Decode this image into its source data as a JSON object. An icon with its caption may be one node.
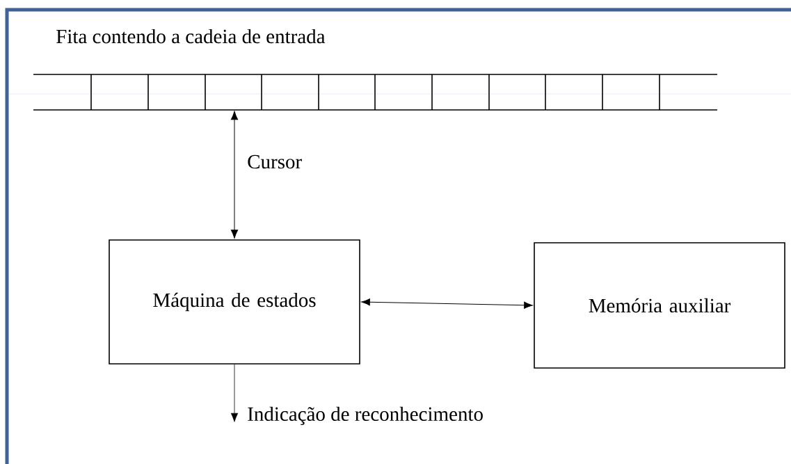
{
  "diagram": {
    "nodes": [
      {
        "text": [
          "Fita contendo a cadeia de entrada"
        ]
      },
      {
        "text": [
          "Máquina de estados"
        ]
      },
      {
        "text": [
          "Memória auxiliar"
        ]
      }
    ],
    "edges": [
      {
        "from": 0,
        "to": 1,
        "arrow": "both",
        "label": "Cursor"
      },
      {
        "from": 1,
        "to": 2,
        "arrow": "both"
      },
      {
        "from": 1,
        "to": null,
        "arrow": "to",
        "label": "Indicação de reconhecimento"
      }
    ]
  }
}
